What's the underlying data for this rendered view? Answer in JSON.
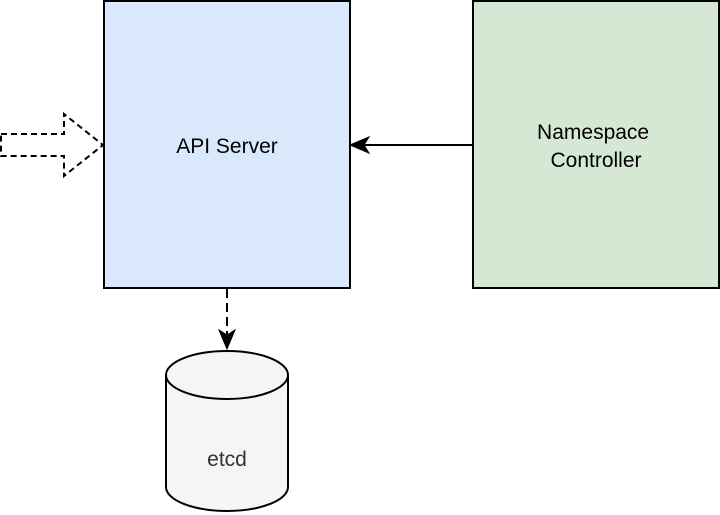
{
  "nodes": {
    "api_server": {
      "label": "API Server",
      "fill": "#dae8fc",
      "stroke": "#000000"
    },
    "namespace_controller": {
      "label_line1": "Namespace",
      "label_line2": "Controller",
      "fill": "#d5e8d4",
      "stroke": "#000000"
    },
    "etcd": {
      "label": "etcd",
      "fill": "#f5f5f5",
      "stroke": "#000000"
    }
  },
  "edges": [
    {
      "from": "external-client",
      "to": "api_server",
      "style": "dashed-block-arrow"
    },
    {
      "from": "namespace_controller",
      "to": "api_server",
      "style": "solid"
    },
    {
      "from": "api_server",
      "to": "etcd",
      "style": "dashed"
    }
  ]
}
